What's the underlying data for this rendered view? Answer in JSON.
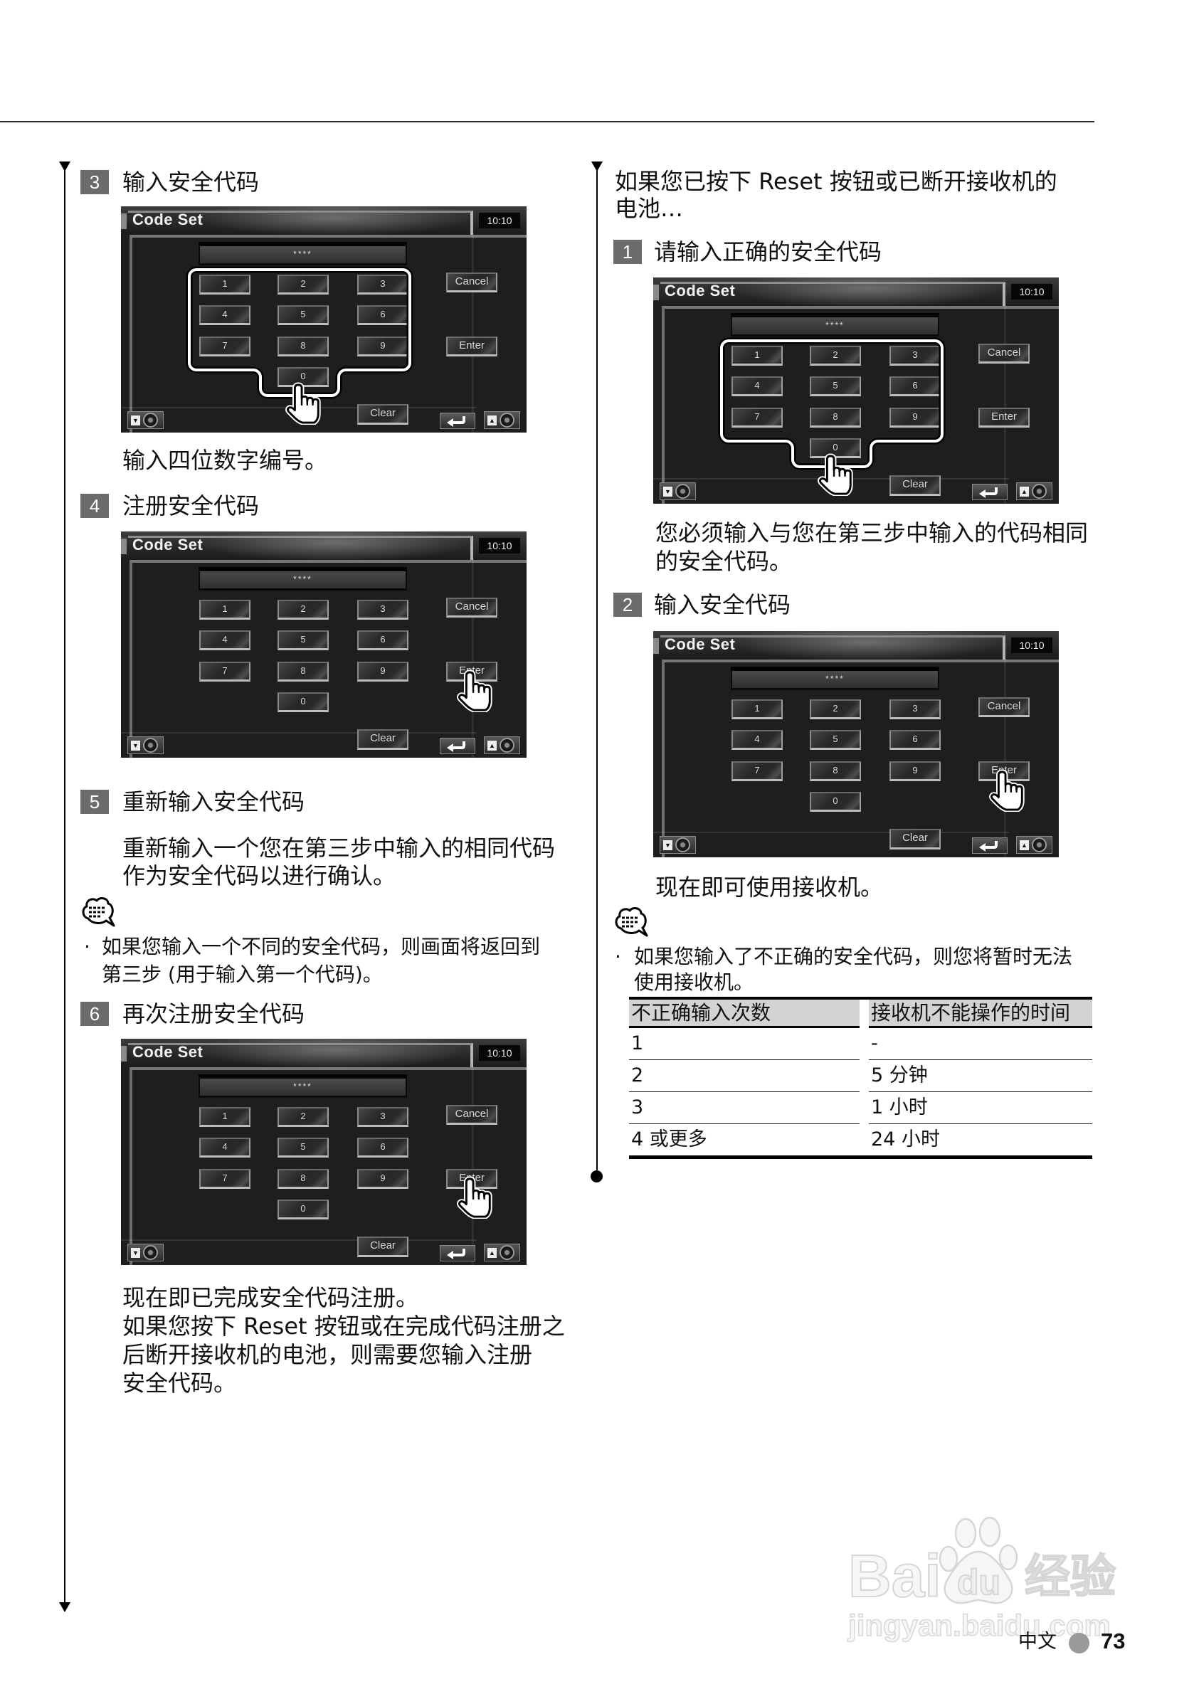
{
  "left_column": {
    "steps": [
      {
        "number": "3",
        "title": "输入安全代码",
        "text_lines": [
          "输入四位数字编号。"
        ]
      },
      {
        "number": "4",
        "title": "注册安全代码"
      },
      {
        "number": "5",
        "title": "重新输入安全代码",
        "text_lines": [
          "重新输入一个您在第三步中输入的相同代码",
          "作为安全代码以进行确认。"
        ]
      },
      {
        "number": "6",
        "title": "再次注册安全代码",
        "text_lines": [
          "现在即已完成安全代码注册。",
          "如果您按下 Reset 按钮或在完成代码注册之",
          "后断开接收机的电池，则需要您输入注册",
          "安全代码。"
        ]
      }
    ],
    "note": {
      "icon": "note-speech-bubble-icon",
      "bullet": "·",
      "lines": [
        "如果您输入一个不同的安全代码，则画面将返回到",
        "第三步 (用于输入第一个代码)。"
      ]
    }
  },
  "right_column": {
    "intro_lines": [
      "如果您已按下 Reset 按钮或已断开接收机的",
      "电池…"
    ],
    "steps": [
      {
        "number": "1",
        "title": "请输入正确的安全代码",
        "text_lines": [
          "您必须输入与您在第三步中输入的代码相同",
          "的安全代码。"
        ]
      },
      {
        "number": "2",
        "title": "输入安全代码",
        "text_lines": [
          "现在即可使用接收机。"
        ]
      }
    ],
    "note": {
      "icon": "note-speech-bubble-icon",
      "bullet": "·",
      "lines": [
        "如果您输入了不正确的安全代码，则您将暂时无法",
        "使用接收机。"
      ]
    },
    "lockout_table": {
      "headers": [
        "不正确输入次数",
        "接收机不能操作的时间"
      ],
      "rows": [
        [
          "1",
          "-"
        ],
        [
          "2",
          "5 分钟"
        ],
        [
          "3",
          "1 小时"
        ],
        [
          "4 或更多",
          "24 小时"
        ]
      ]
    }
  },
  "screen_ui": {
    "title": "Code Set",
    "clock": "10:10",
    "code_display": "****",
    "keys": [
      "1",
      "2",
      "3",
      "4",
      "5",
      "6",
      "7",
      "8",
      "9",
      "0"
    ],
    "cancel": "Cancel",
    "enter": "Enter",
    "clear": "Clear",
    "icons": {
      "volume_down": "▼",
      "volume_up": "▲",
      "return": "return-arrow-icon",
      "pointer": "pointing-hand-icon"
    }
  },
  "screens": [
    {
      "step": "left-3",
      "keypad_highlighted": true,
      "pointer_target": "0"
    },
    {
      "step": "left-4",
      "keypad_highlighted": false,
      "pointer_target": "Enter"
    },
    {
      "step": "left-6",
      "keypad_highlighted": false,
      "pointer_target": "Enter"
    },
    {
      "step": "right-1",
      "keypad_highlighted": true,
      "pointer_target": "0"
    },
    {
      "step": "right-2",
      "keypad_highlighted": false,
      "pointer_target": "Enter"
    }
  ],
  "footer": {
    "language": "中文",
    "page_number": "73"
  },
  "watermark": {
    "brand_left": "Bai",
    "brand_paw": "du",
    "brand_right": "经验",
    "url": "jingyan.baidu.com"
  },
  "colors": {
    "badge": "#6b6b6b",
    "screen_bg": "#1e1e1e",
    "table_header_bg": "#d3d3d3",
    "footer_dot": "#9a9a9a",
    "text": "#111111"
  }
}
